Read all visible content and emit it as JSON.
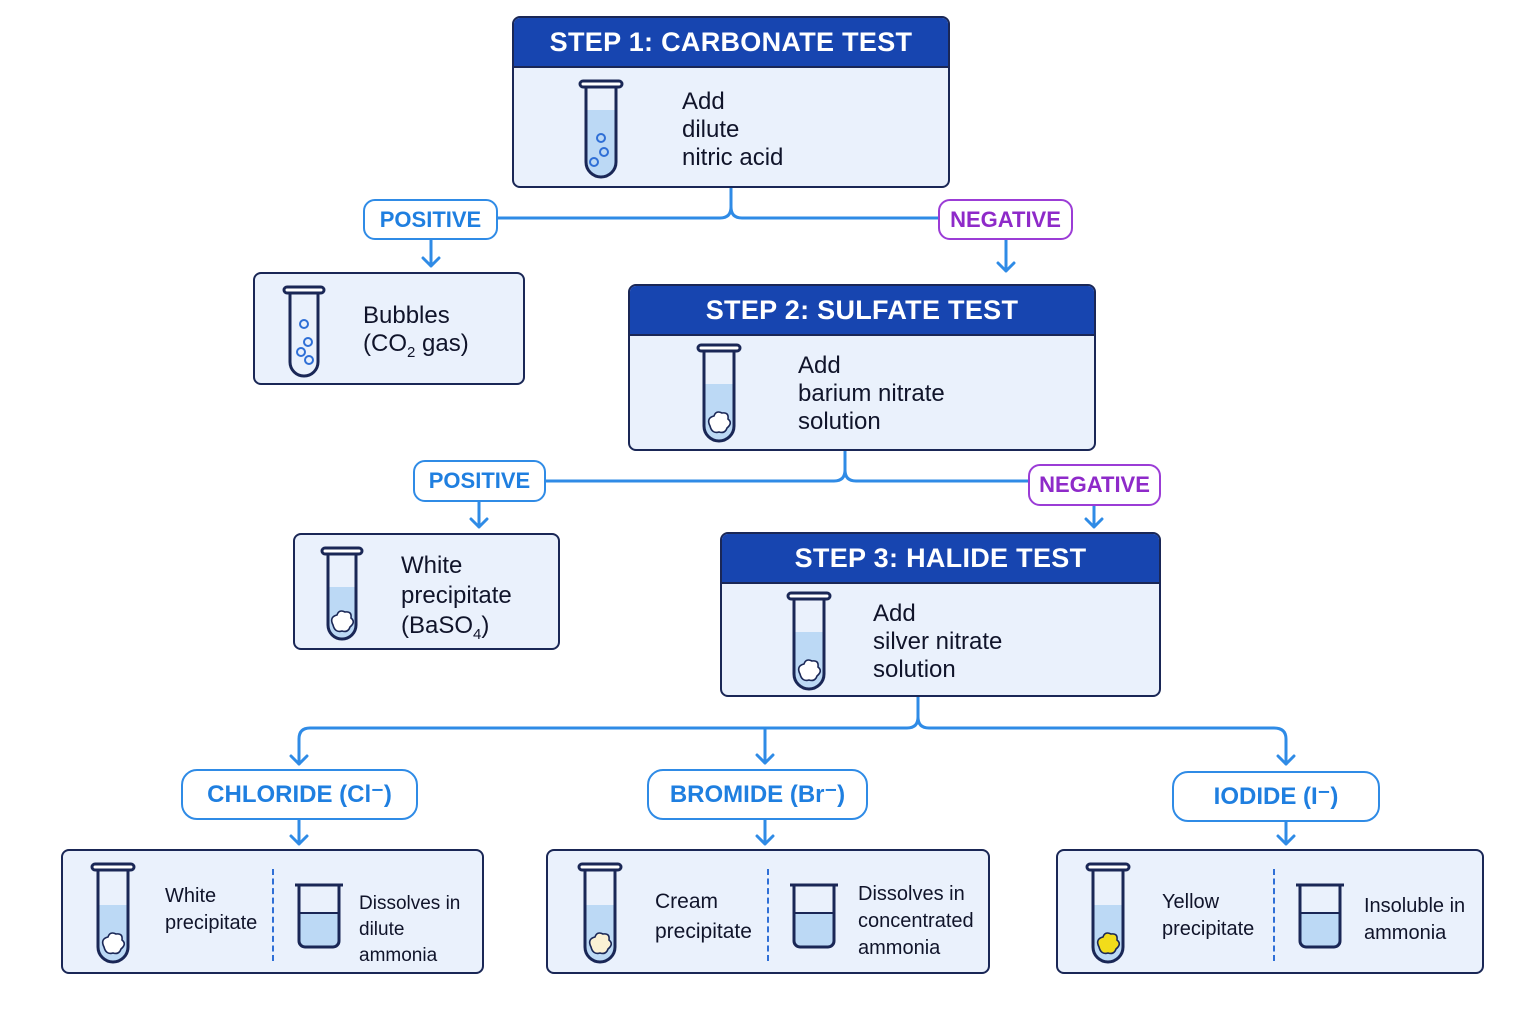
{
  "steps": [
    {
      "title": "STEP 1:  CARBONATE TEST",
      "text": "Add\ndilute\nnitric acid"
    },
    {
      "title": "STEP 2:  SULFATE TEST",
      "text": "Add\nbarium nitrate\nsolution"
    },
    {
      "title": "STEP 3:  HALIDE TEST",
      "text": "Add\nsilver nitrate\nsolution"
    }
  ],
  "branches": {
    "step1_positive": "POSITIVE",
    "step1_negative": "NEGATIVE",
    "step2_positive": "POSITIVE",
    "step2_negative": "NEGATIVE"
  },
  "results": {
    "carbonate": {
      "line1": "Bubbles",
      "line2_pre": "(CO",
      "line2_sub": "2",
      "line2_post": " gas)"
    },
    "sulfate": {
      "line1": "White",
      "line2": "precipitate",
      "line3_pre": "(BaSO",
      "line3_sub": "4",
      "line3_post": ")"
    }
  },
  "halides": [
    {
      "ion": "CHLORIDE  (Cl⁻)",
      "precipitate": "White\nprecipitate",
      "solubility": "Dissolves in\ndilute ammonia",
      "precipitate_color": "#ffffff"
    },
    {
      "ion": "BROMIDE  (Br⁻)",
      "precipitate": "Cream\nprecipitate",
      "solubility": "Dissolves in\nconcentrated\nammonia",
      "precipitate_color": "#fbf1d4"
    },
    {
      "ion": "IODIDE  (I⁻)",
      "precipitate": "Yellow\nprecipitate",
      "solubility": "Insoluble in\nammonia",
      "precipitate_color": "#f2dc1a"
    }
  ],
  "colors": {
    "header_blue": "#1745b0",
    "positive_blue": "#1f7fe0",
    "negative_purple": "#8e2ac9",
    "box_fill": "#eaf1fc",
    "liquid": "#bcd9f5"
  }
}
